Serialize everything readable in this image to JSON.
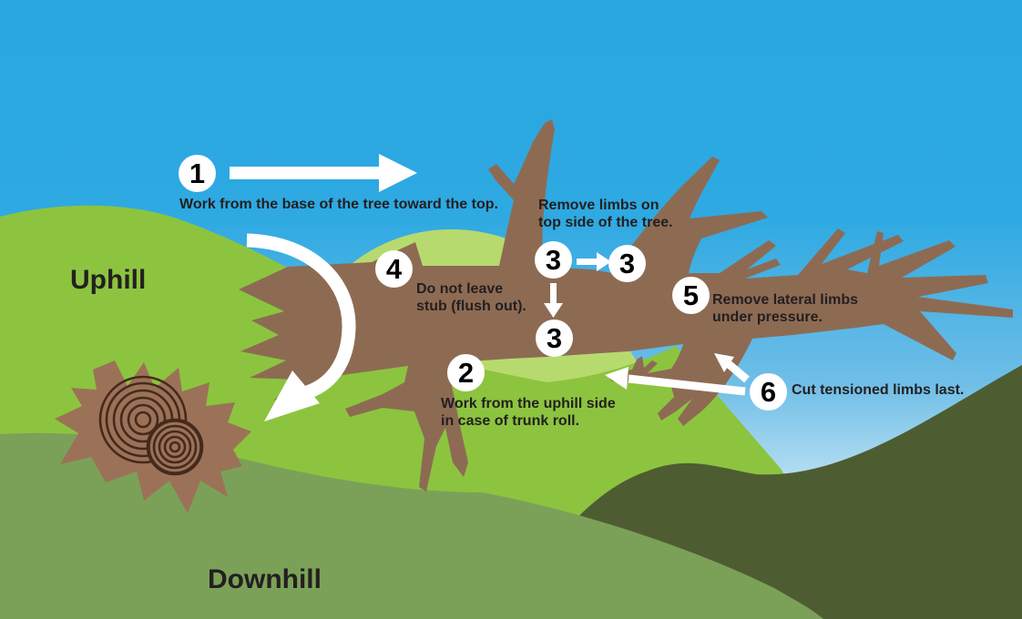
{
  "diagram": {
    "uphill_label": "Uphill",
    "downhill_label": "Downhill"
  },
  "steps": {
    "step1": {
      "badge": "1",
      "lines": [
        "Work from the base of the tree toward the top."
      ]
    },
    "step2": {
      "badge": "2",
      "lines": [
        "Work from the uphill side",
        "in case of trunk roll."
      ]
    },
    "step3": {
      "badges": [
        "3",
        "3",
        "3"
      ],
      "lines": [
        "Remove limbs on",
        "top side of the tree."
      ]
    },
    "step4": {
      "badge": "4",
      "lines": [
        "Do not leave",
        "stub (flush out)."
      ]
    },
    "step5": {
      "badge": "5",
      "lines": [
        "Remove lateral limbs",
        "under pressure."
      ]
    },
    "step6": {
      "badge": "6",
      "lines": [
        "Cut tensioned limbs last."
      ]
    }
  },
  "colors": {
    "sky_top": "#29A7E0",
    "sky_mid": "#2EA9E2",
    "sky_low": "#6FBEE7",
    "sky_horizon": "#C3E4F4",
    "sky_pale": "#ECF6FB",
    "hill_bright": "#8CC43F",
    "hill_light": "#B7DA6E",
    "hill_sage": "#7BA158",
    "hill_dark": "#4E5D31",
    "trunk": "#8D6B53",
    "stump": "#9B7258",
    "tree_rings": "#452A1C",
    "arrow": "#FFFFFF",
    "badge_bg": "#FFFFFF",
    "badge_text": "#000000",
    "text": "#231F20"
  }
}
